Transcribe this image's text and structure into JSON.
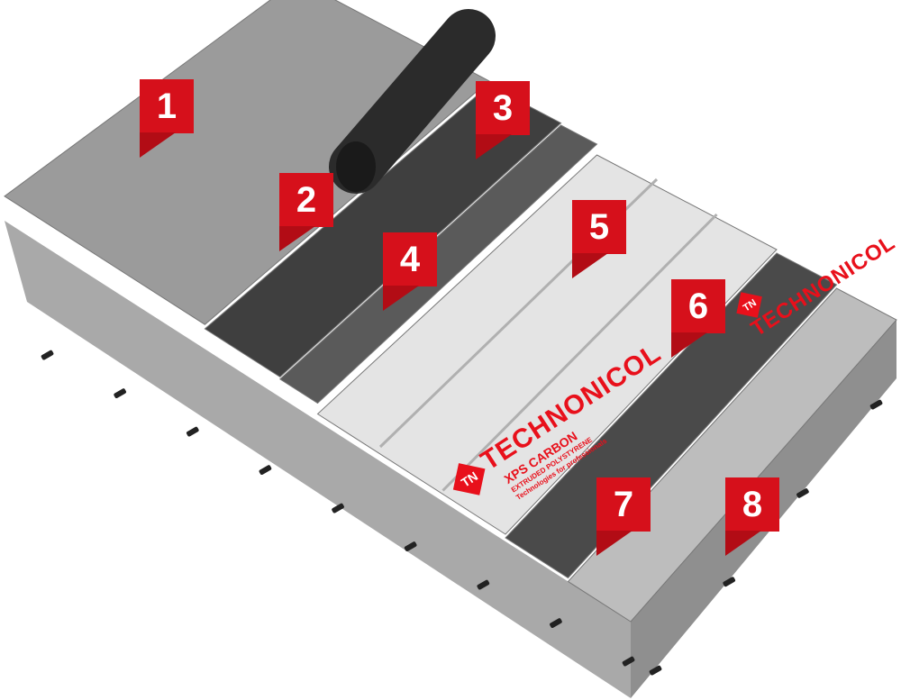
{
  "colors": {
    "brand_red": "#d6101b",
    "cap_sheet": "#9b9b9b",
    "membrane": "#3f3f3f",
    "primer": "#5a5a5a",
    "xps_board": "#e4e4e4",
    "felt": "#4a4a4a",
    "concrete": "#bdbdbd"
  },
  "markers": [
    {
      "label": "1"
    },
    {
      "label": "2"
    },
    {
      "label": "3"
    },
    {
      "label": "4"
    },
    {
      "label": "5"
    },
    {
      "label": "6"
    },
    {
      "label": "7"
    },
    {
      "label": "8"
    }
  ],
  "board_print": {
    "logo": "TN",
    "brand": "TECHNONICOL",
    "product": "XPS CARBON",
    "subtitle": "EXTRUDED POLYSTYRENE",
    "tagline": "Technologies for professionals"
  }
}
